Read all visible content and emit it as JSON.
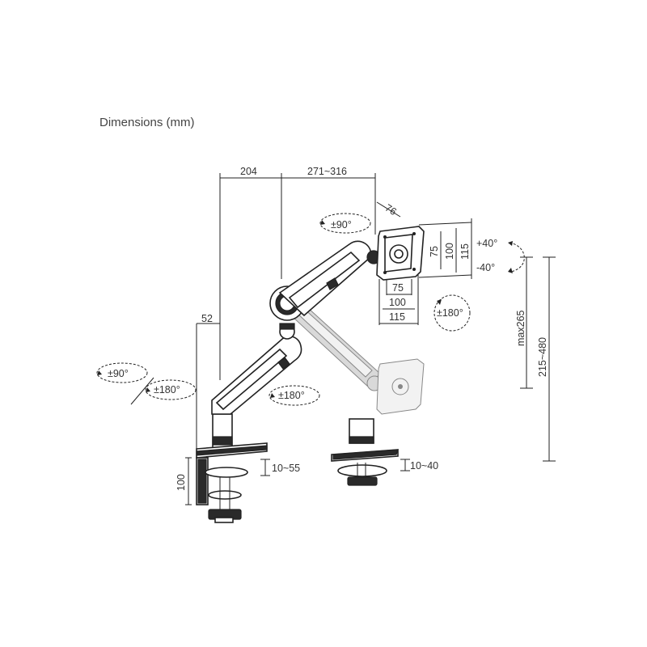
{
  "title": "Dimensions (mm)",
  "dims": {
    "d204": "204",
    "d271_316": "271~316",
    "d76": "76",
    "d75v": "75",
    "d100v": "100",
    "d115v": "115",
    "d75h": "75",
    "d100h": "100",
    "d115h": "115",
    "d52": "52",
    "d100clamp": "100",
    "d10_55": "10~55",
    "d10_40": "10~40",
    "max265": "max265",
    "h215_480": "215~480"
  },
  "angles": {
    "rot90_top": "±90°",
    "tilt_up": "+40°",
    "tilt_down": "-40°",
    "rot180_vesa": "±180°",
    "rot90_left": "±90°",
    "rot180_left": "±180°",
    "rot180_arm": "±180°"
  },
  "icons": [
    "rotation-arrow-icon"
  ]
}
